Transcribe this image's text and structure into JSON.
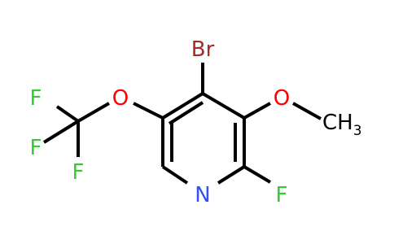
{
  "molecule": {
    "atoms": {
      "br": {
        "symbol": "Br",
        "color": "#a52a2a"
      },
      "o_methoxy": {
        "symbol": "O",
        "color": "#ff0000"
      },
      "methyl": {
        "symbol": "CH",
        "subscript": "3",
        "color": "#000000"
      },
      "o_ether": {
        "symbol": "O",
        "color": "#ff0000"
      },
      "f1": {
        "symbol": "F",
        "color": "#33cc33"
      },
      "f2": {
        "symbol": "F",
        "color": "#33cc33"
      },
      "f3": {
        "symbol": "F",
        "color": "#33cc33"
      },
      "f_ring": {
        "symbol": "F",
        "color": "#33cc33"
      },
      "n": {
        "symbol": "N",
        "color": "#3050f8"
      }
    },
    "bond_color": "#000000"
  }
}
